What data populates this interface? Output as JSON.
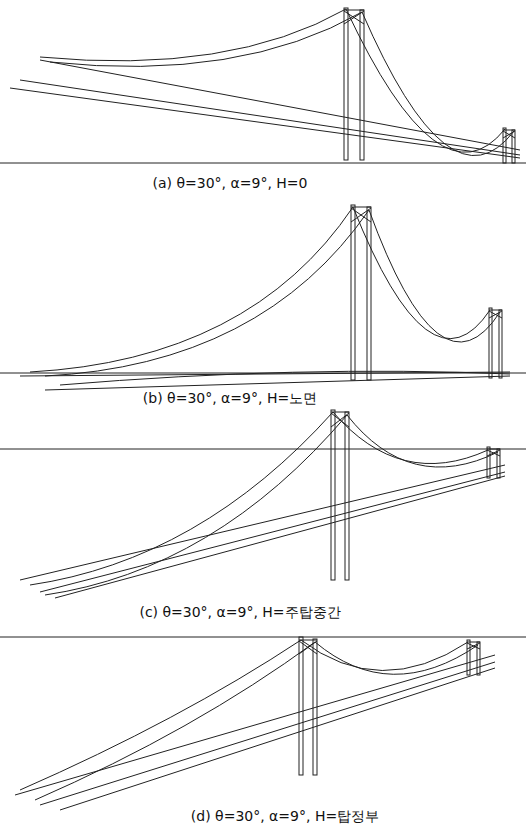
{
  "diagram": {
    "labels": [
      "(a) θ=30°, α=9°, H=0",
      "(b) θ=30°, α=9°, H=노면",
      "(c) θ=30°, α=9°, H=주탑중간",
      "(d) θ=30°, α=9°, H=탑정부"
    ]
  }
}
